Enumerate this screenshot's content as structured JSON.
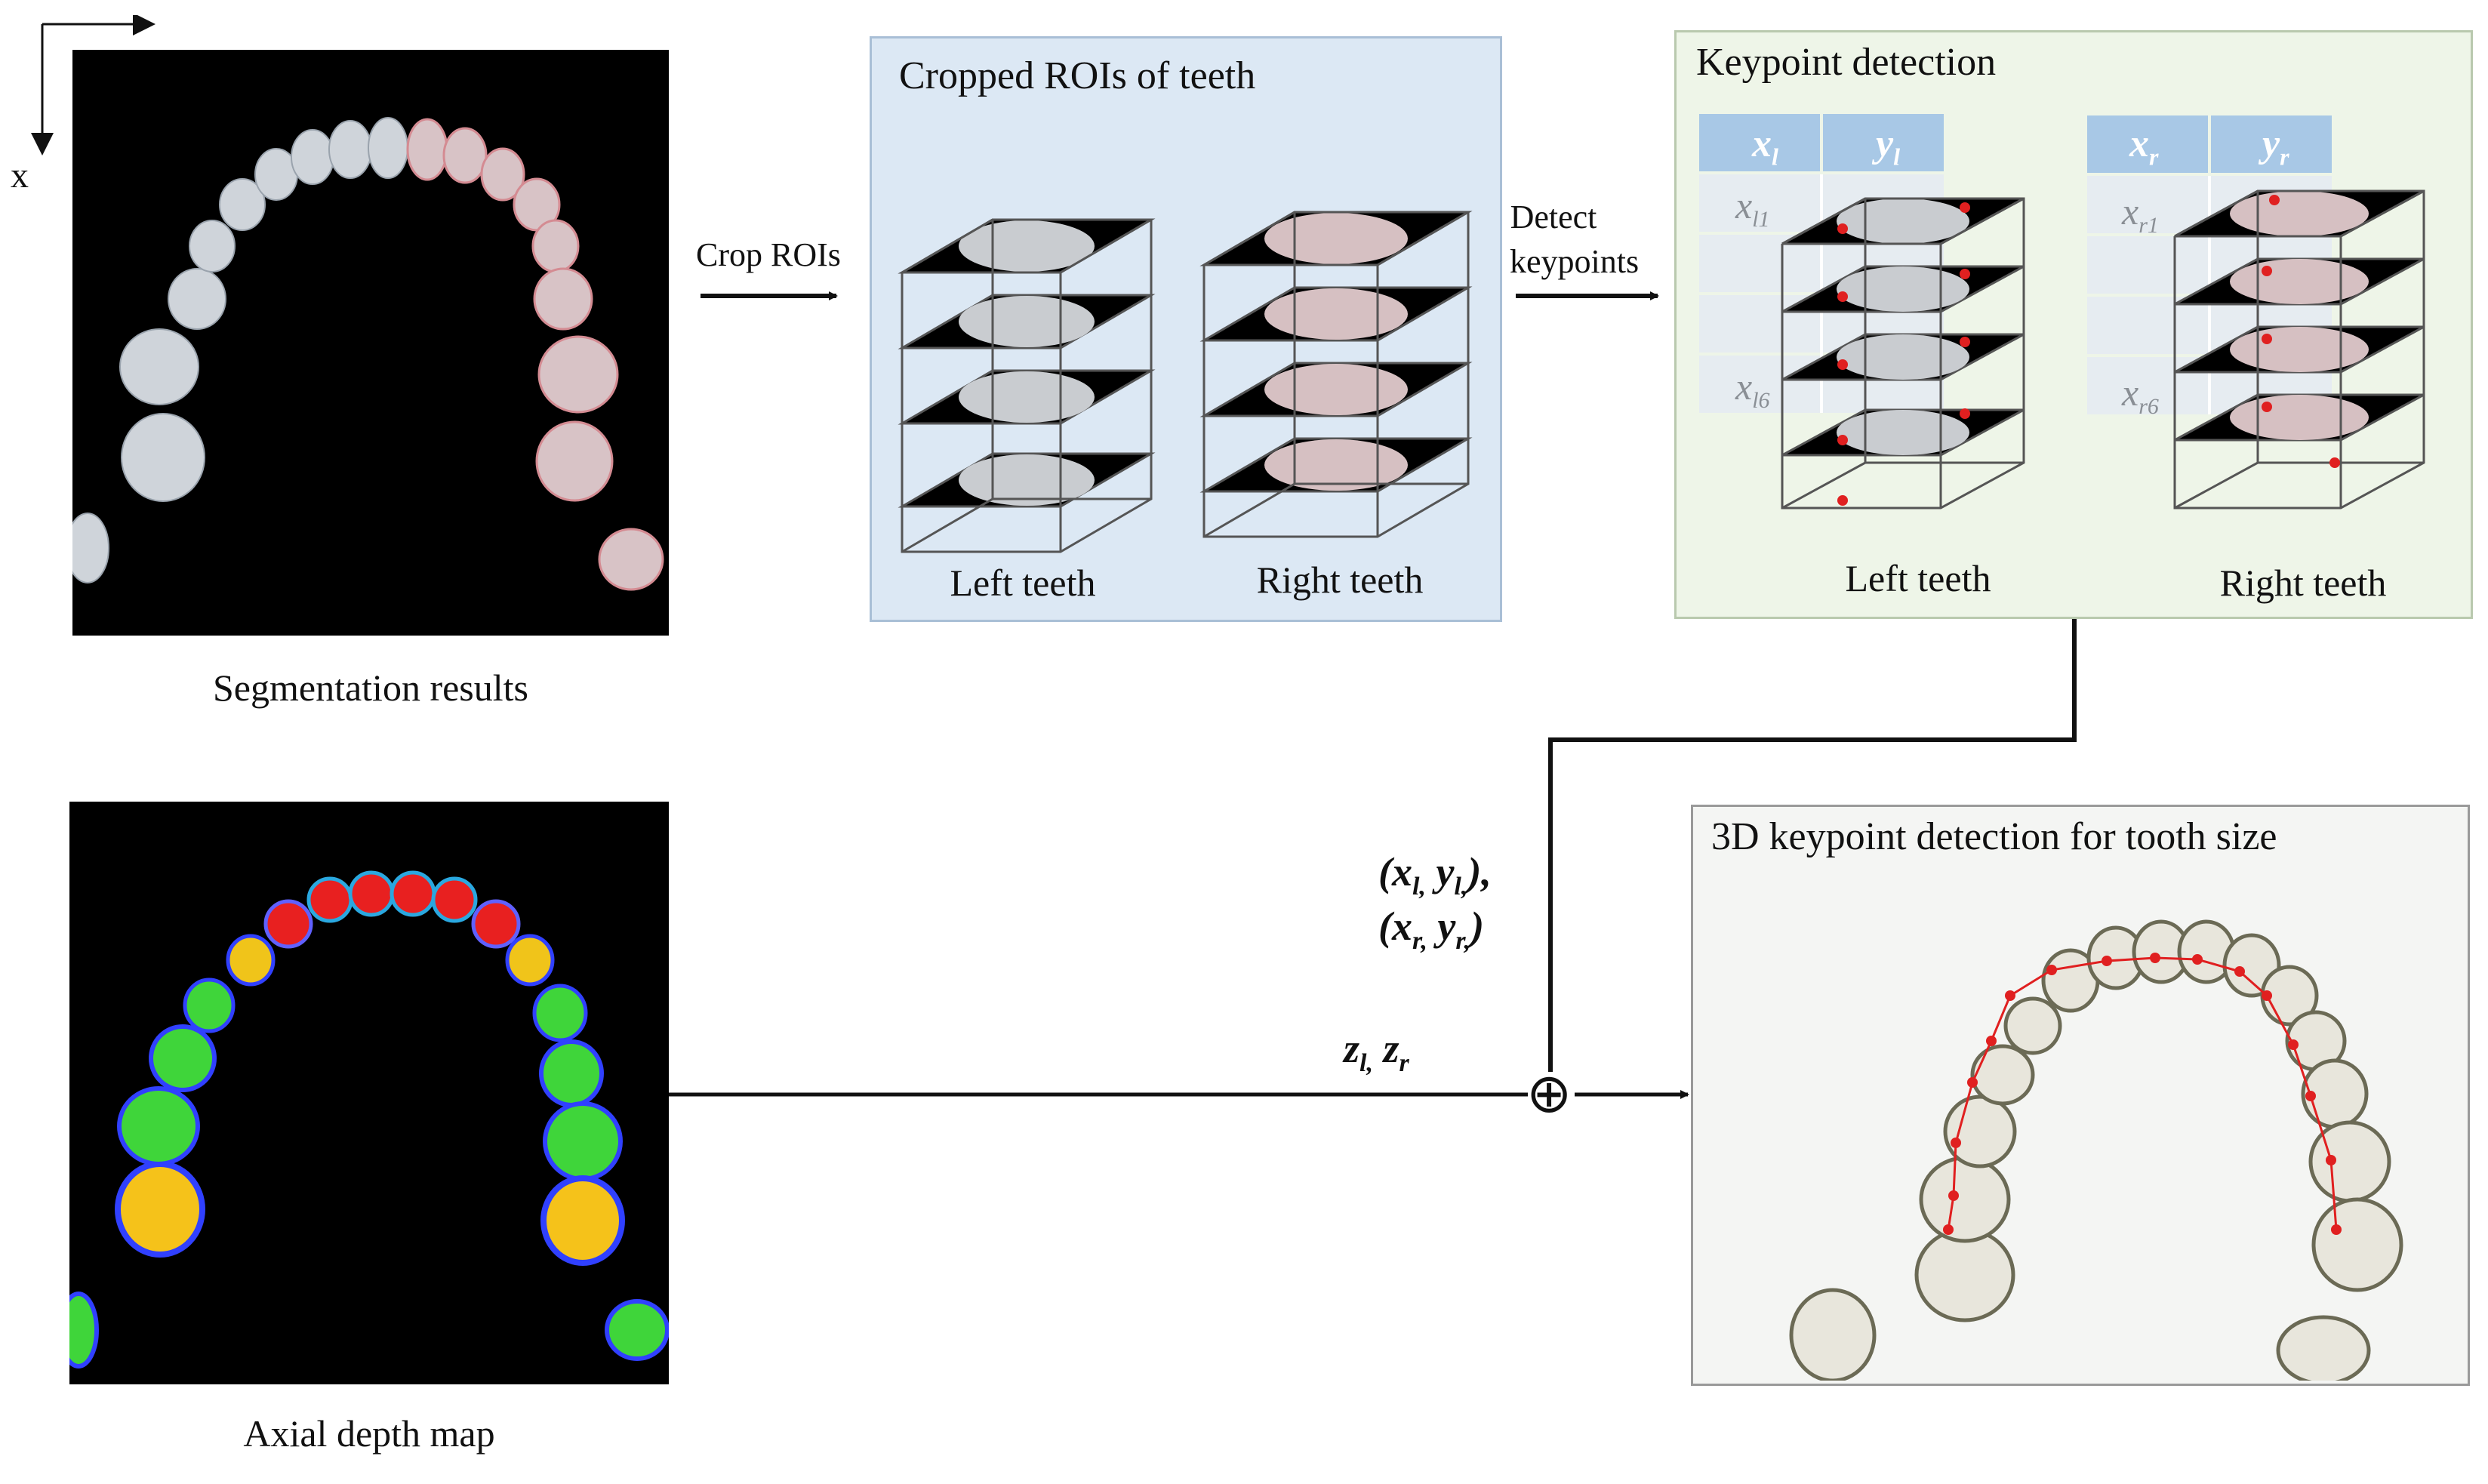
{
  "axis": {
    "x_label": "x"
  },
  "segmentation": {
    "caption": "Segmentation results"
  },
  "depth_map": {
    "caption": "Axial depth map"
  },
  "crop_arrow": {
    "label": "Crop ROIs"
  },
  "detect_arrow": {
    "label_line1": "Detect",
    "label_line2": "keypoints"
  },
  "cropped_panel": {
    "title": "Cropped ROIs of teeth",
    "left_caption": "Left teeth",
    "right_caption": "Right teeth"
  },
  "keypoint_panel": {
    "title": "Keypoint detection",
    "left_caption": "Left teeth",
    "right_caption": "Right teeth",
    "left_table": {
      "headers": [
        "x",
        "y"
      ],
      "sub": "l",
      "rows": [
        "x",
        "x"
      ],
      "row_subs": [
        "l1",
        "l6"
      ]
    },
    "right_table": {
      "headers": [
        "x",
        "y"
      ],
      "sub": "r",
      "rows": [
        "x",
        "x"
      ],
      "row_subs": [
        "r1",
        "r6"
      ]
    }
  },
  "merge": {
    "xy_line1": "(x",
    "xy_line2": "(x",
    "z_label": "z",
    "operator": "⊕"
  },
  "result_panel": {
    "title": "3D keypoint detection  for tooth size"
  },
  "colors": {
    "cropped_panel_bg": "#dce8f4",
    "cropped_panel_border": "#a9bfd6",
    "keypoint_panel_bg": "#eef5e8",
    "keypoint_panel_border": "#b9c9ae",
    "result_panel_bg": "#f4f5f3",
    "table_header": "#a8c8e6",
    "table_cell": "#e9eef3",
    "keypoint": "#e02020",
    "line": "#111111"
  }
}
